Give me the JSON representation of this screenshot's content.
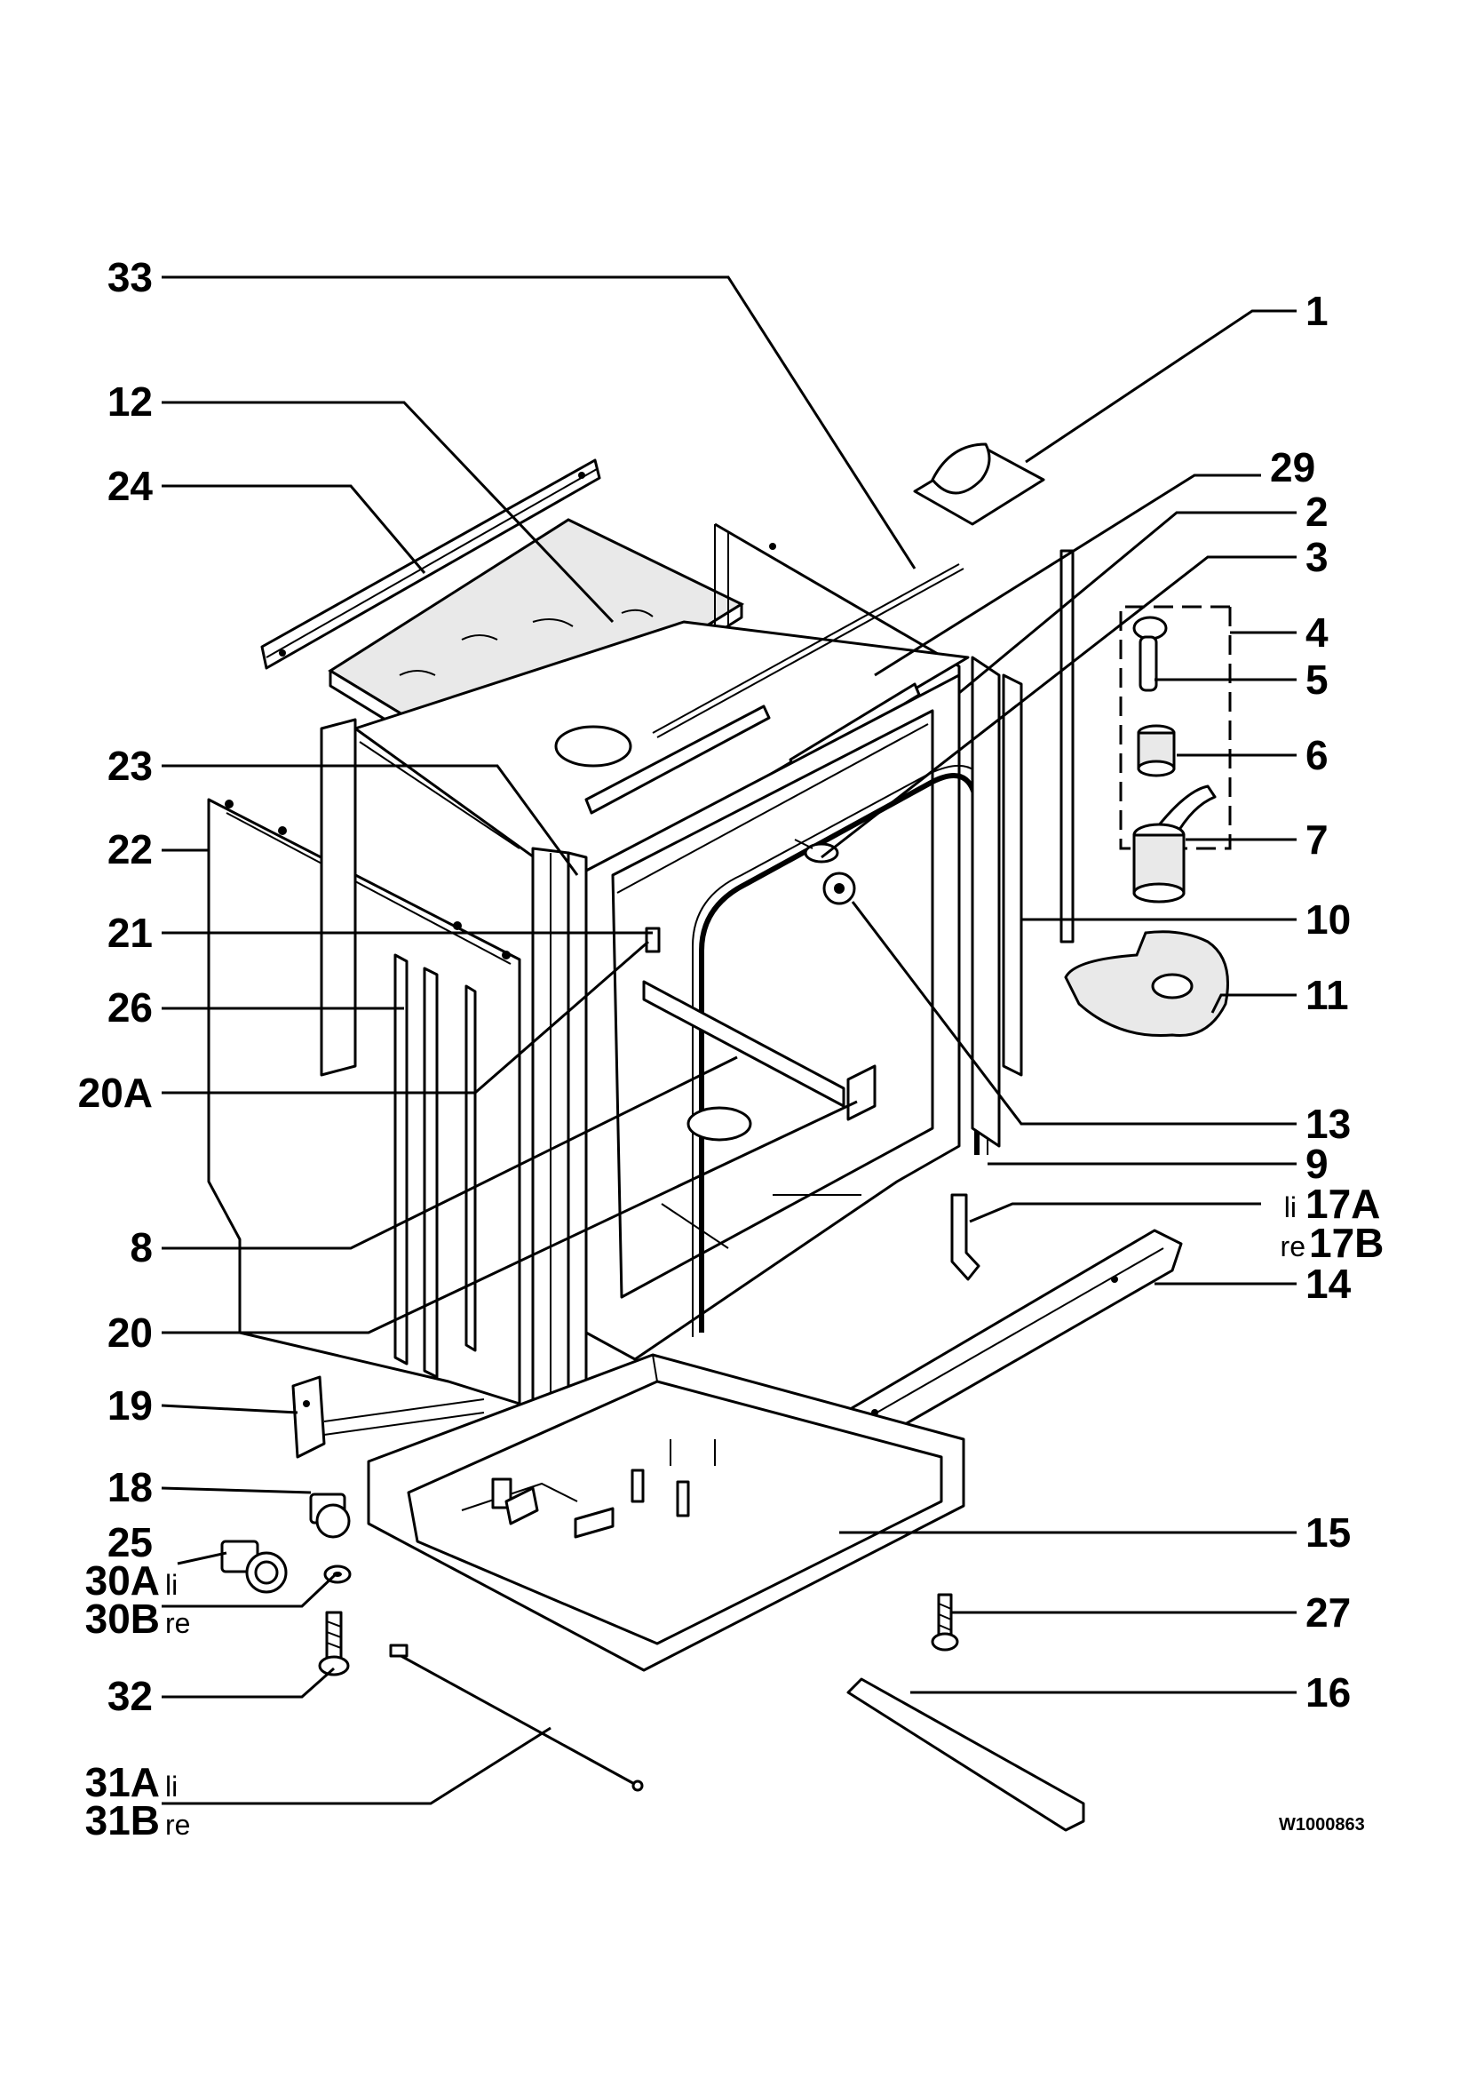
{
  "callouts": [
    {
      "id": "33",
      "text": "33"
    },
    {
      "id": "12",
      "text": "12"
    },
    {
      "id": "24",
      "text": "24"
    },
    {
      "id": "23",
      "text": "23"
    },
    {
      "id": "22",
      "text": "22"
    },
    {
      "id": "21",
      "text": "21"
    },
    {
      "id": "26",
      "text": "26"
    },
    {
      "id": "20A",
      "text": "20A"
    },
    {
      "id": "8",
      "text": "8"
    },
    {
      "id": "20",
      "text": "20"
    },
    {
      "id": "19",
      "text": "19"
    },
    {
      "id": "18",
      "text": "18"
    },
    {
      "id": "25",
      "text": "25"
    },
    {
      "id": "30A",
      "text": "30A",
      "suffix": "li"
    },
    {
      "id": "30B",
      "text": "30B",
      "suffix": "re"
    },
    {
      "id": "32",
      "text": "32"
    },
    {
      "id": "31A",
      "text": "31A",
      "suffix": "li"
    },
    {
      "id": "31B",
      "text": "31B",
      "suffix": "re"
    },
    {
      "id": "1",
      "text": "1"
    },
    {
      "id": "29",
      "text": "29"
    },
    {
      "id": "2",
      "text": "2"
    },
    {
      "id": "3",
      "text": "3"
    },
    {
      "id": "4",
      "text": "4"
    },
    {
      "id": "5",
      "text": "5"
    },
    {
      "id": "6",
      "text": "6"
    },
    {
      "id": "7",
      "text": "7"
    },
    {
      "id": "10",
      "text": "10"
    },
    {
      "id": "11",
      "text": "11"
    },
    {
      "id": "13",
      "text": "13"
    },
    {
      "id": "9",
      "text": "9"
    },
    {
      "id": "17A",
      "text": "17A",
      "prefix": "li"
    },
    {
      "id": "17B",
      "text": "17B",
      "prefix": "re"
    },
    {
      "id": "14",
      "text": "14"
    },
    {
      "id": "15",
      "text": "15"
    },
    {
      "id": "27",
      "text": "27"
    },
    {
      "id": "16",
      "text": "16"
    }
  ],
  "drawing_code": "W1000863"
}
